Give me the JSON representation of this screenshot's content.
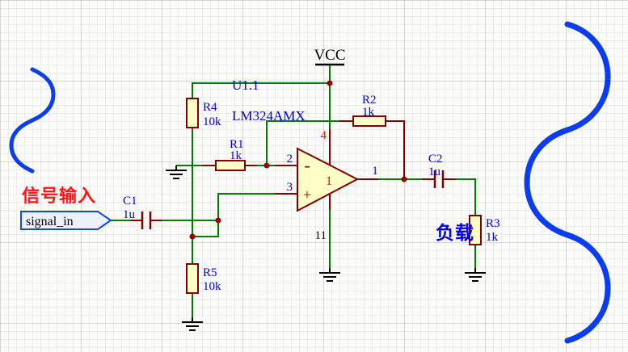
{
  "schematic": {
    "power_label": "VCC",
    "opamp": {
      "designator": "U1.1",
      "part_number": "LM324AMX",
      "channel": "1",
      "minus_sign": "-",
      "plus_sign": "+",
      "pin_inverting": "2",
      "pin_noninverting": "3",
      "pin_output": "1",
      "pin_vcc": "4",
      "pin_gnd": "11"
    },
    "components": {
      "r1": {
        "ref": "R1",
        "value": "1k"
      },
      "r2": {
        "ref": "R2",
        "value": "1k"
      },
      "r3": {
        "ref": "R3",
        "value": "1k"
      },
      "r4": {
        "ref": "R4",
        "value": "10k"
      },
      "r5": {
        "ref": "R5",
        "value": "10k"
      },
      "c1": {
        "ref": "C1",
        "value": "1u"
      },
      "c2": {
        "ref": "C2",
        "value": "1u"
      }
    },
    "port": {
      "name": "signal_in"
    },
    "annotations": {
      "input": "信号输入",
      "load": "负载"
    }
  },
  "colors": {
    "wire_green": "#007D00",
    "component_maroon": "#800000",
    "designator_blue": "#0000D0",
    "pin_red": "#FF0000",
    "annotation_red": "#FF1414",
    "annotation_blue": "#0000E6",
    "sine_blue": "#0A3DF0",
    "junction_dot": "#990000",
    "component_fill": "#FFFFC8",
    "port_border": "#1048E0"
  }
}
